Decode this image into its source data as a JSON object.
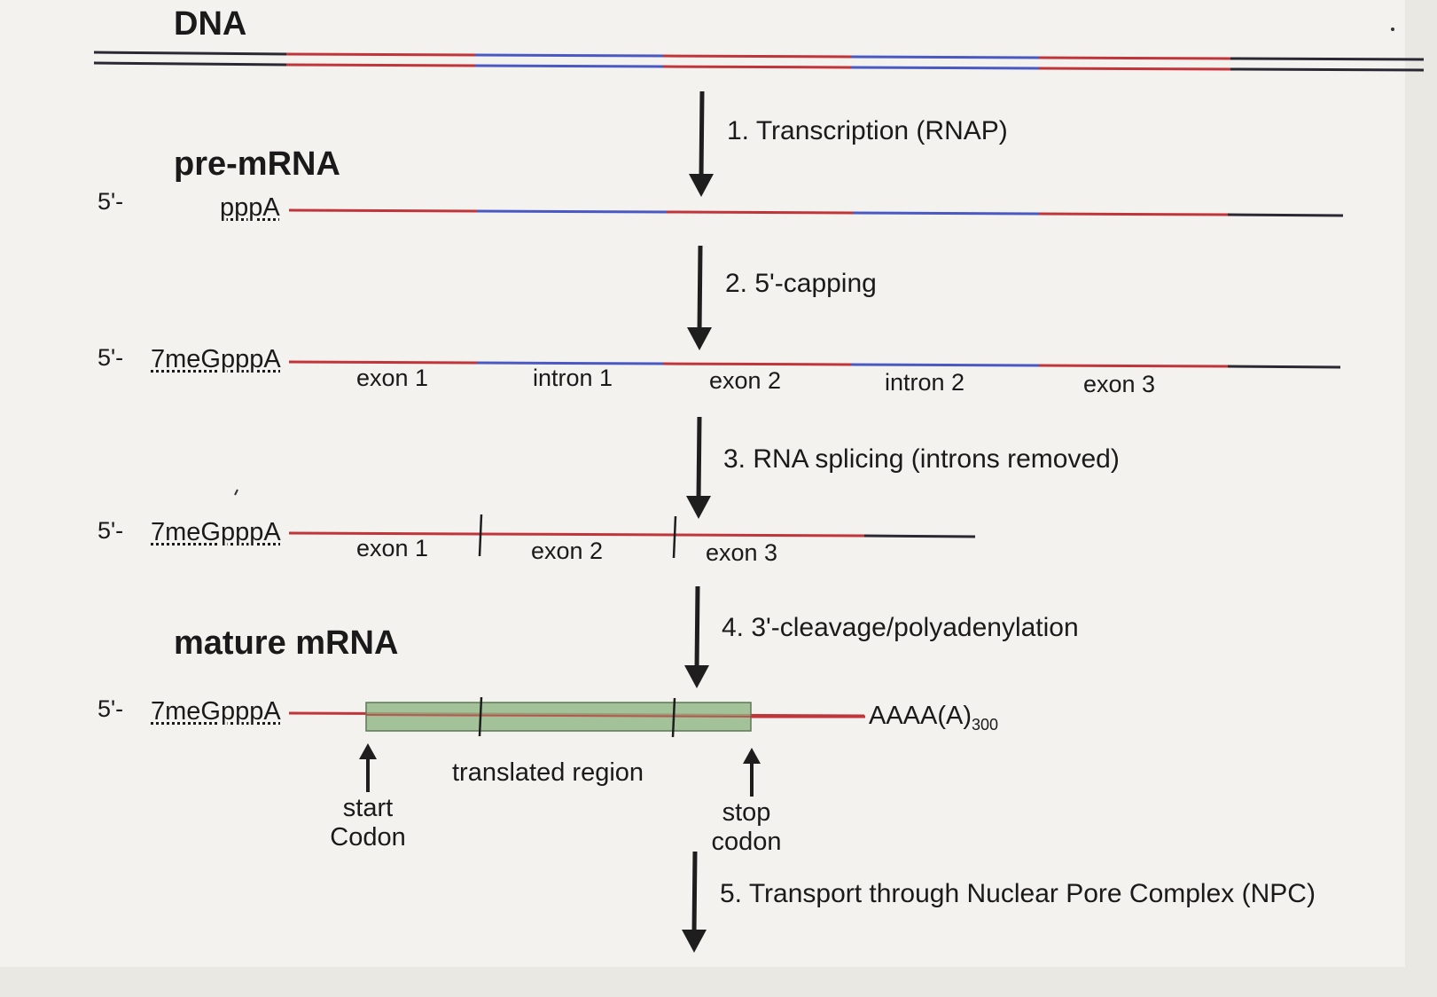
{
  "headings": {
    "dna": "DNA",
    "pre_mrna": "pre-mRNA",
    "mature_mrna": "mature mRNA"
  },
  "steps": [
    "1. Transcription (RNAP)",
    "2. 5'-capping",
    "3. RNA splicing (introns removed)",
    "4. 3'-cleavage/polyadenylation",
    "5. Transport through Nuclear Pore Complex (NPC)"
  ],
  "five_prime": "5'-",
  "ends": {
    "triphosphate": "pppA",
    "cap": "7meGpppA"
  },
  "segments": {
    "capped": [
      "exon 1",
      "intron 1",
      "exon 2",
      "intron 2",
      "exon 3"
    ],
    "spliced": [
      "exon 1",
      "exon 2",
      "exon 3"
    ]
  },
  "polya": {
    "base": "AAAA(A)",
    "subscript": "300"
  },
  "annotations": {
    "translated_region": "translated region",
    "start_codon": [
      "start",
      "Codon"
    ],
    "stop_codon": [
      "stop",
      "codon"
    ]
  },
  "colors": {
    "exon": "#c0343a",
    "intron": "#4a58c4",
    "flank": "#2b2733",
    "translated_region": "#8fb584",
    "arrow": "#1e1e1e"
  }
}
